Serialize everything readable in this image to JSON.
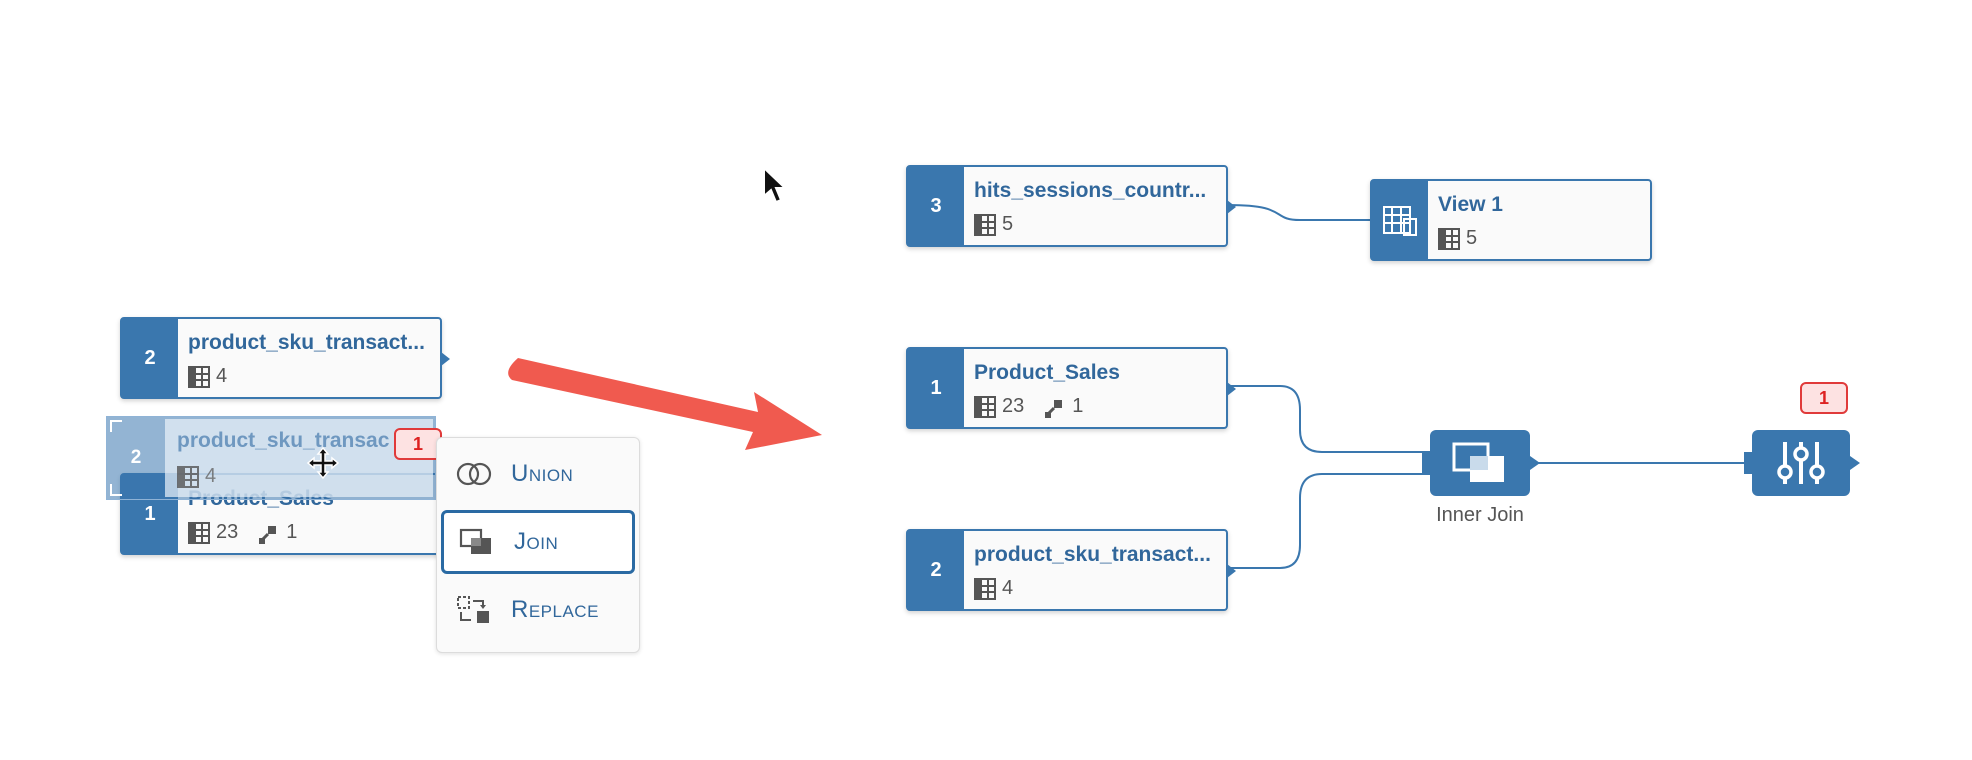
{
  "left_panel": {
    "node_a": {
      "number": "2",
      "name": "product_sku_transact...",
      "columns": "4"
    },
    "node_b": {
      "number": "1",
      "name": "Product_Sales",
      "columns": "23",
      "joins": "1"
    },
    "dragged": {
      "number": "2",
      "name": "product_sku_transac",
      "columns": "4",
      "badge": "1"
    }
  },
  "context_menu": {
    "items": [
      {
        "label": "Union",
        "icon": "union-icon"
      },
      {
        "label": "Join",
        "icon": "join-icon"
      },
      {
        "label": "Replace",
        "icon": "replace-icon"
      }
    ],
    "selected": "Join"
  },
  "right_panel": {
    "hits": {
      "number": "3",
      "name": "hits_sessions_countr...",
      "columns": "5"
    },
    "view": {
      "name": "View 1",
      "columns": "5"
    },
    "product_sales": {
      "number": "1",
      "name": "Product_Sales",
      "columns": "23",
      "joins": "1"
    },
    "product_sku": {
      "number": "2",
      "name": "product_sku_transact...",
      "columns": "4"
    },
    "join_node": {
      "label": "Inner Join"
    },
    "projection": {
      "badge": "1"
    }
  },
  "colors": {
    "accent": "#3a77ae",
    "arrow": "#f05a4f",
    "badge": "#e03a3a"
  }
}
